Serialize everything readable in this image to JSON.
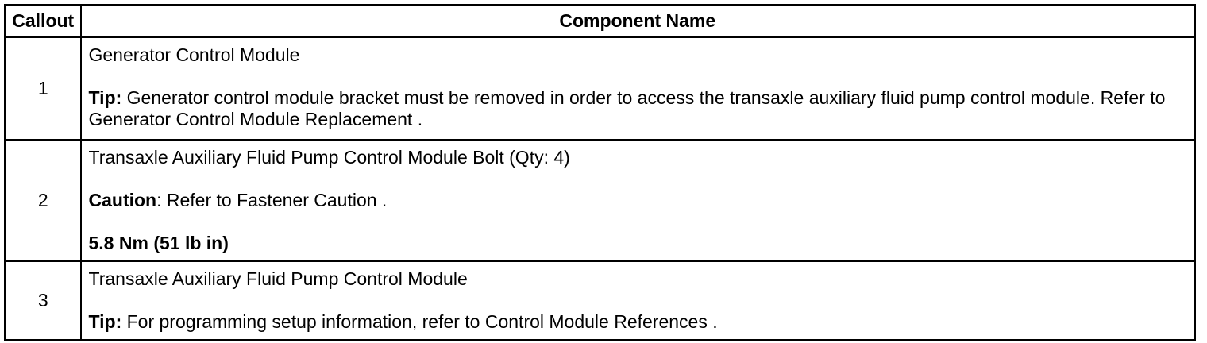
{
  "colors": {
    "background": "#ffffff",
    "border": "#000000",
    "text": "#000000"
  },
  "table": {
    "header": {
      "callout": "Callout",
      "component": "Component Name"
    },
    "rows": [
      {
        "callout": "1",
        "component": "Generator Control Module",
        "note_label": "Tip:",
        "note_text": " Generator control module bracket must be removed in order to access the transaxle auxiliary fluid pump control module. Refer to Generator Control Module Replacement ."
      },
      {
        "callout": "2",
        "component": "Transaxle Auxiliary Fluid Pump Control Module Bolt (Qty: 4)",
        "note_label": "Caution",
        "note_text": ": Refer to Fastener Caution .",
        "torque": "5.8 Nm (51 lb in)"
      },
      {
        "callout": "3",
        "component": "Transaxle Auxiliary Fluid Pump Control Module",
        "note_label": "Tip:",
        "note_text": " For programming setup information, refer to Control Module References ."
      }
    ]
  }
}
